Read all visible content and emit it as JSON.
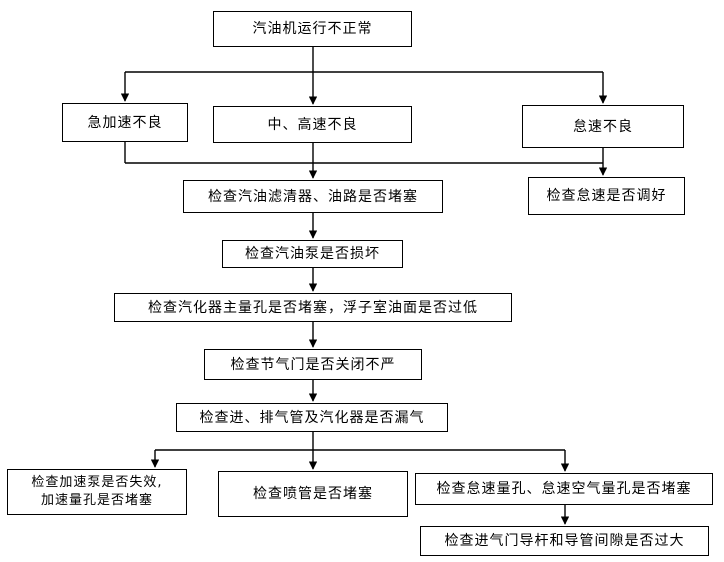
{
  "flowchart": {
    "root": "汽油机运行不正常",
    "branches": {
      "accel": "急加速不良",
      "mid_high": "中、高速不良",
      "idle": "怠速不良"
    },
    "checks": {
      "filter": "检查汽油滤清器、油路是否堵塞",
      "idle_adjust": "检查怠速是否调好",
      "pump": "检查汽油泵是否损坏",
      "carb_jet": "检查汽化器主量孔是否堵塞，浮子室油面是否过低",
      "throttle": "检查节气门是否关闭不严",
      "leak": "检查进、排气管及汽化器是否漏气",
      "accel_pump": "检查加速泵是否失效,\n加速量孔是否堵塞",
      "nozzle": "检查喷管是否堵塞",
      "idle_jet": "检查怠速量孔、怠速空气量孔是否堵塞",
      "valve_guide": "检查进气门导杆和导管间隙是否过大"
    }
  },
  "style": {
    "line_color": "#000000",
    "box_border": "#000000",
    "background": "#ffffff"
  }
}
